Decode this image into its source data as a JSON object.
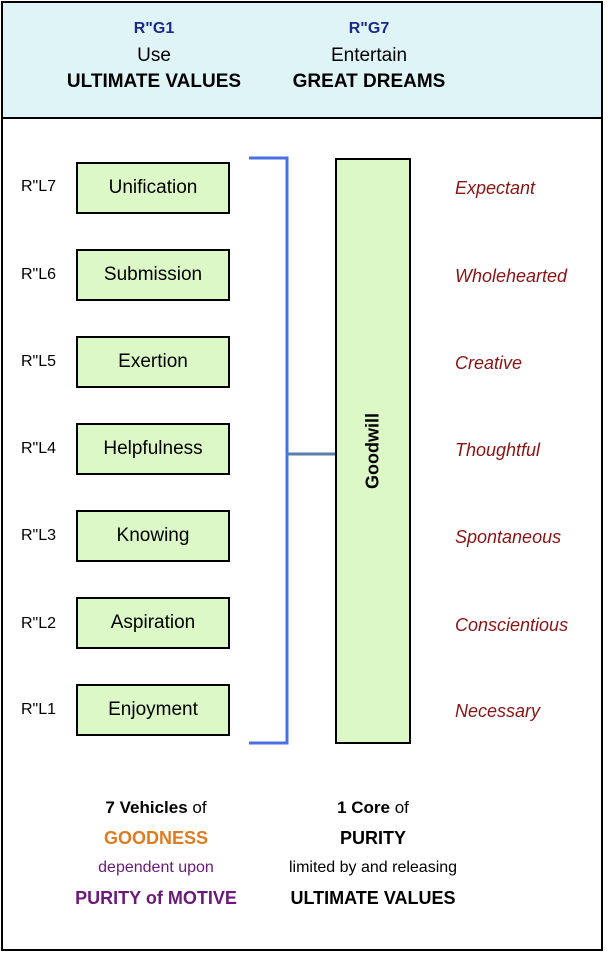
{
  "header": {
    "left": {
      "code": "R\"G1",
      "verb": "Use",
      "object": "ULTIMATE VALUES"
    },
    "right": {
      "code": "R\"G7",
      "verb": "Entertain",
      "object": "GREAT DREAMS"
    }
  },
  "levels": [
    {
      "code": "R\"L7",
      "vehicle": "Unification",
      "quality": "Expectant"
    },
    {
      "code": "R\"L6",
      "vehicle": "Submission",
      "quality": "Wholehearted"
    },
    {
      "code": "R\"L5",
      "vehicle": "Exertion",
      "quality": "Creative"
    },
    {
      "code": "R\"L4",
      "vehicle": "Helpfulness",
      "quality": "Thoughtful"
    },
    {
      "code": "R\"L3",
      "vehicle": "Knowing",
      "quality": "Spontaneous"
    },
    {
      "code": "R\"L2",
      "vehicle": "Aspiration",
      "quality": "Conscientious"
    },
    {
      "code": "R\"L1",
      "vehicle": "Enjoyment",
      "quality": "Necessary"
    }
  ],
  "core": {
    "label": "Goodwill"
  },
  "footer": {
    "left": {
      "count_bold": "7 Vehicles",
      "count_rest": " of",
      "main": "GOODNESS",
      "relation": "dependent upon",
      "target": "PURITY of MOTIVE"
    },
    "right": {
      "count_bold": "1 Core",
      "count_rest": " of",
      "main": "PURITY",
      "relation": "limited by and releasing",
      "target": "ULTIMATE VALUES"
    }
  },
  "colors": {
    "header_bg": "#dff4f7",
    "box_fill": "#dcf8c6",
    "bracket": "#4a6fe0",
    "quality_text": "#8a1414",
    "goodness": "#e07b20",
    "purity_motive": "#6a1a7a"
  }
}
